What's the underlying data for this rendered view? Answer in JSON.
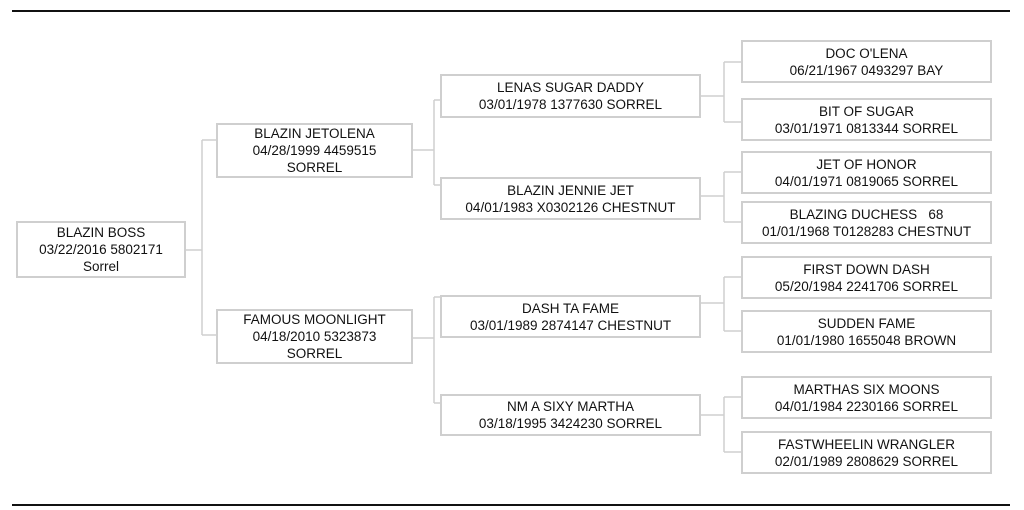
{
  "pedigree": {
    "subject": {
      "name": "BLAZIN BOSS",
      "line2": "03/22/2016 5802171",
      "line3": "Sorrel"
    },
    "sire": {
      "name": "BLAZIN JETOLENA",
      "line2": "04/28/1999 4459515",
      "line3": "SORREL"
    },
    "dam": {
      "name": "FAMOUS MOONLIGHT",
      "line2": "04/18/2010 5323873",
      "line3": "SORREL"
    },
    "sire_sire": {
      "name": "LENAS SUGAR DADDY",
      "line2": "03/01/1978 1377630 SORREL"
    },
    "sire_dam": {
      "name": "BLAZIN JENNIE JET",
      "line2": "04/01/1983 X0302126 CHESTNUT"
    },
    "dam_sire": {
      "name": "DASH TA FAME",
      "line2": "03/01/1989 2874147 CHESTNUT"
    },
    "dam_dam": {
      "name": "NM A SIXY MARTHA",
      "line2": "03/18/1995 3424230 SORREL"
    },
    "ggp": [
      {
        "name": "DOC O'LENA",
        "line2": "06/21/1967 0493297 BAY"
      },
      {
        "name": "BIT OF SUGAR",
        "line2": "03/01/1971 0813344 SORREL"
      },
      {
        "name": "JET OF HONOR",
        "line2": "04/01/1971 0819065 SORREL"
      },
      {
        "name": "BLAZING DUCHESS   68",
        "line2": "01/01/1968 T0128283 CHESTNUT"
      },
      {
        "name": "FIRST DOWN DASH",
        "line2": "05/20/1984 2241706 SORREL"
      },
      {
        "name": "SUDDEN FAME",
        "line2": "01/01/1980 1655048 BROWN"
      },
      {
        "name": "MARTHAS SIX MOONS",
        "line2": "04/01/1984 2230166 SORREL"
      },
      {
        "name": "FASTWHEELIN WRANGLER",
        "line2": "02/01/1989 2808629 SORREL"
      }
    ]
  }
}
